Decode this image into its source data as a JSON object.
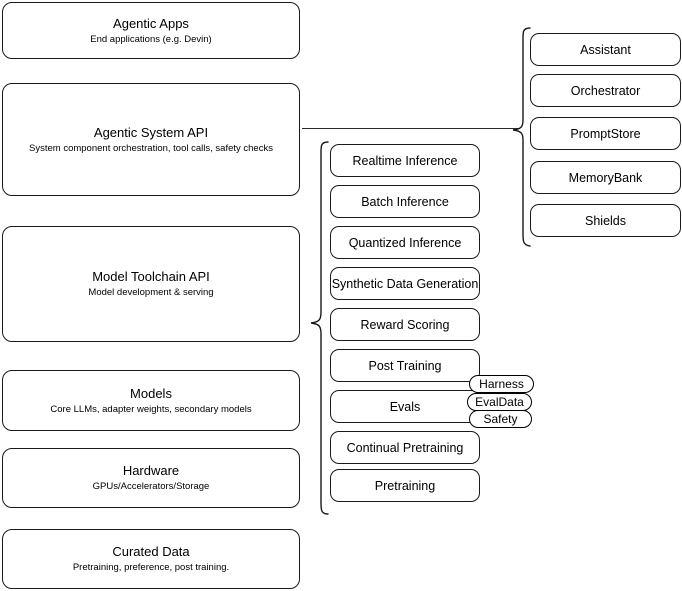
{
  "diagram": {
    "title": "AI stack layers diagram",
    "colors": {
      "stroke": "#1a1a1a",
      "background": "#ffffff",
      "text": "#000000"
    },
    "stack_layers": [
      {
        "id": "agentic-apps",
        "title": "Agentic Apps",
        "subtitle": "End applications (e.g. Devin)"
      },
      {
        "id": "agentic-system-api",
        "title": "Agentic System API",
        "subtitle": "System component orchestration, tool calls, safety checks"
      },
      {
        "id": "model-toolchain-api",
        "title": "Model Toolchain API",
        "subtitle": "Model development & serving"
      },
      {
        "id": "models",
        "title": "Models",
        "subtitle": "Core LLMs, adapter weights, secondary models"
      },
      {
        "id": "hardware",
        "title": "Hardware",
        "subtitle": "GPUs/Accelerators/Storage"
      },
      {
        "id": "curated-data",
        "title": "Curated Data",
        "subtitle": "Pretraining, preference, post training."
      }
    ],
    "toolchain_capabilities": [
      {
        "id": "realtime-inference",
        "label": "Realtime Inference"
      },
      {
        "id": "batch-inference",
        "label": "Batch Inference"
      },
      {
        "id": "quantized-inference",
        "label": "Quantized Inference"
      },
      {
        "id": "synthetic-data-generation",
        "label": "Synthetic Data Generation"
      },
      {
        "id": "reward-scoring",
        "label": "Reward Scoring"
      },
      {
        "id": "post-training",
        "label": "Post Training"
      },
      {
        "id": "evals",
        "label": "Evals"
      },
      {
        "id": "continual-pretraining",
        "label": "Continual Pretraining"
      },
      {
        "id": "pretraining",
        "label": "Pretraining"
      }
    ],
    "eval_pills": [
      {
        "id": "harness",
        "label": "Harness"
      },
      {
        "id": "evaldata",
        "label": "EvalData"
      },
      {
        "id": "safety",
        "label": "Safety"
      }
    ],
    "agentic_components": [
      {
        "id": "assistant",
        "label": "Assistant"
      },
      {
        "id": "orchestrator",
        "label": "Orchestrator"
      },
      {
        "id": "promptstore",
        "label": "PromptStore"
      },
      {
        "id": "memorybank",
        "label": "MemoryBank"
      },
      {
        "id": "shields",
        "label": "Shields"
      }
    ]
  }
}
